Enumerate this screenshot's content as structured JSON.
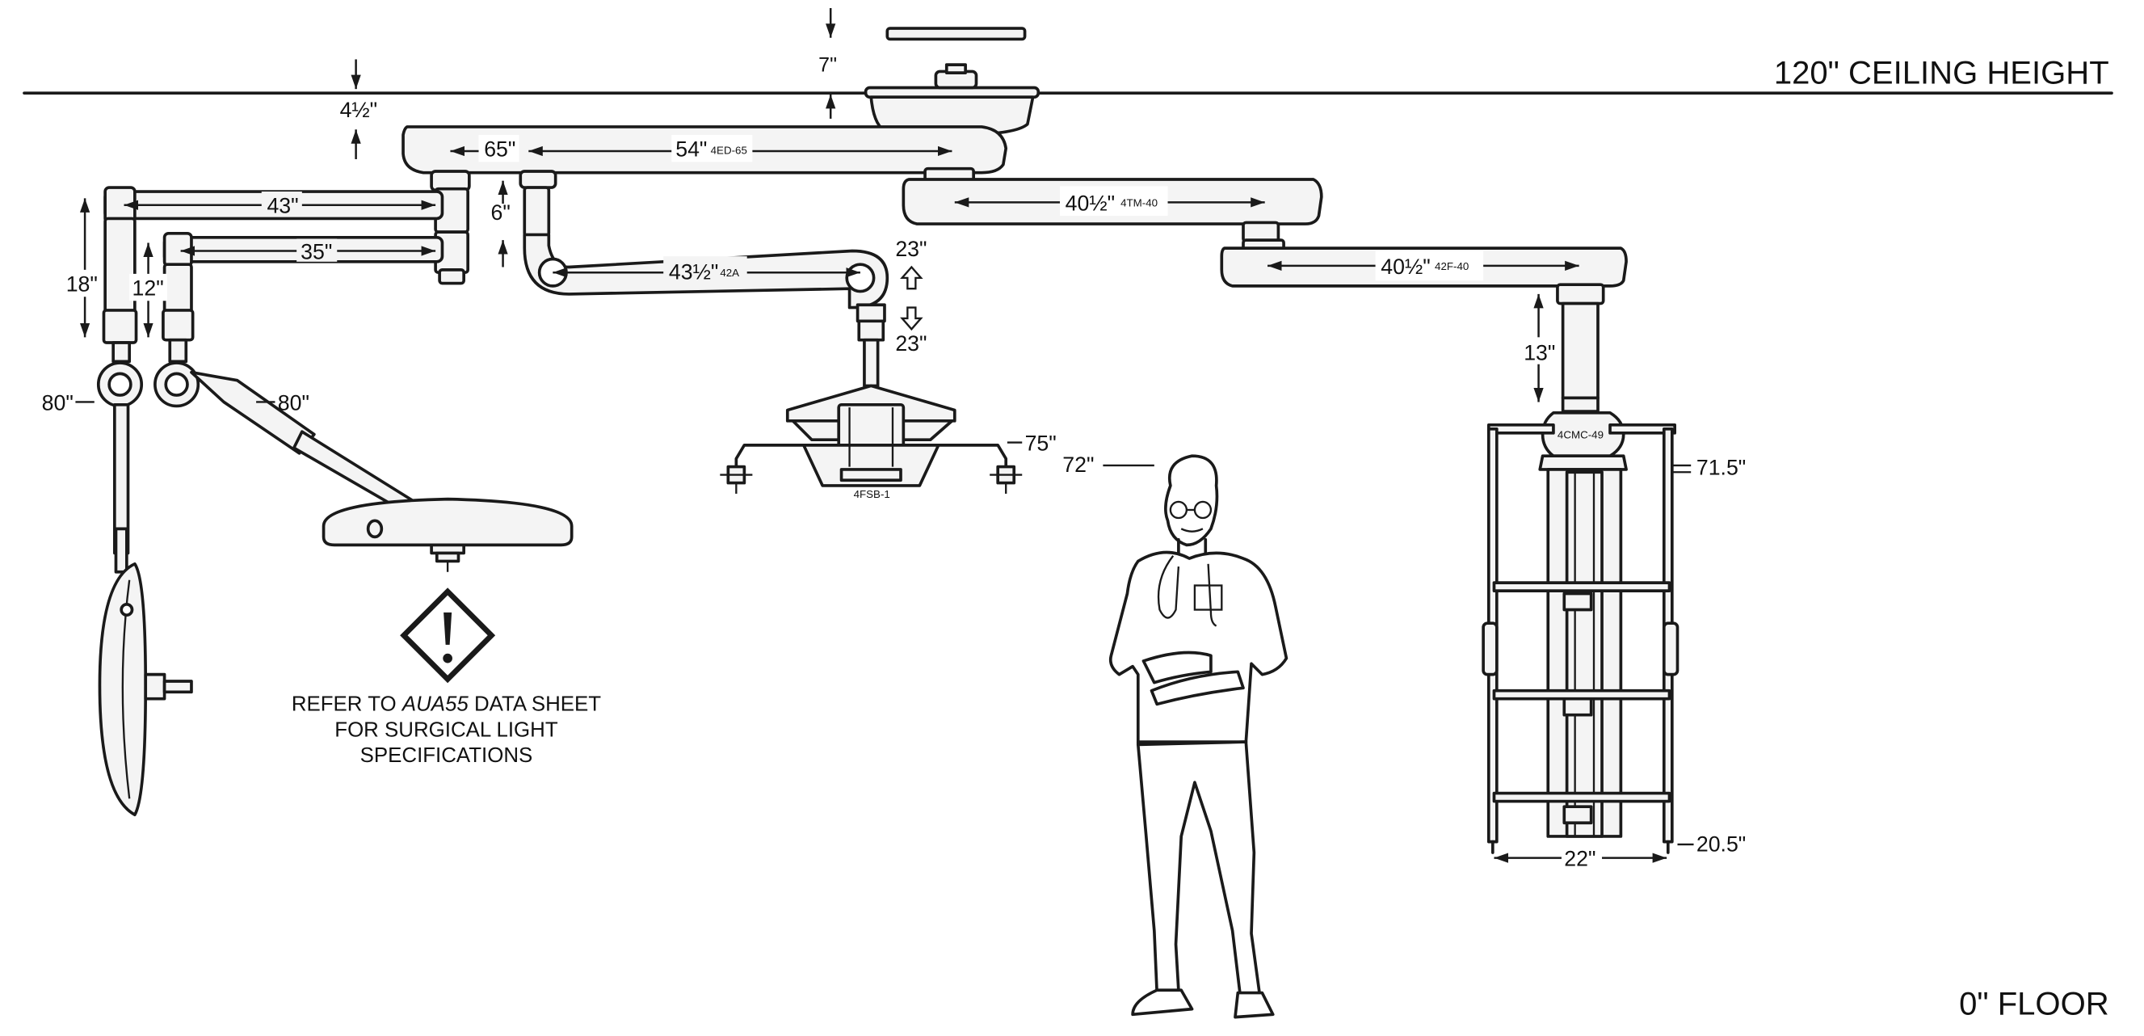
{
  "levels": {
    "ceiling": "120\" CEILING HEIGHT",
    "floor": "0\" FLOOR"
  },
  "dimensions": {
    "mount_drop": "7\"",
    "ceiling_offset": "4½\"",
    "arm_4ed_offset": "65\"",
    "arm_4ed_length": "54\"",
    "arm_4tm_length": "40½\"",
    "arm_42f_length": "40½\"",
    "light_arm_a": "43\"",
    "light_arm_b": "35\"",
    "spring_arm_a": "18\"",
    "spring_arm_b": "12\"",
    "light_height_a": "80\"",
    "light_height_b": "80\"",
    "drop_6": "6\"",
    "arm_42a_length": "43½\"",
    "travel_up": "23\"",
    "travel_down": "23\"",
    "shelf_height": "75\"",
    "person_height": "72\"",
    "column_drop": "13\"",
    "column_top": "71.5\"",
    "column_bottom": "20.5\"",
    "column_width": "22\""
  },
  "part_labels": {
    "arm_4ed": "4ED-65",
    "arm_4tm": "4TM-40",
    "arm_42f": "42F-40",
    "arm_42a": "42A",
    "head_4fsb": "4FSB-1",
    "column_4cmc": "4CMC-49"
  },
  "note": {
    "line1_pre": "REFER TO ",
    "line1_em": "AUA55",
    "line1_post": " DATA SHEET",
    "line2": "FOR SURGICAL LIGHT",
    "line3": "SPECIFICATIONS"
  },
  "icons": {
    "warning": "caution-diamond-icon",
    "arrows": "up-down-arrow-icon"
  }
}
